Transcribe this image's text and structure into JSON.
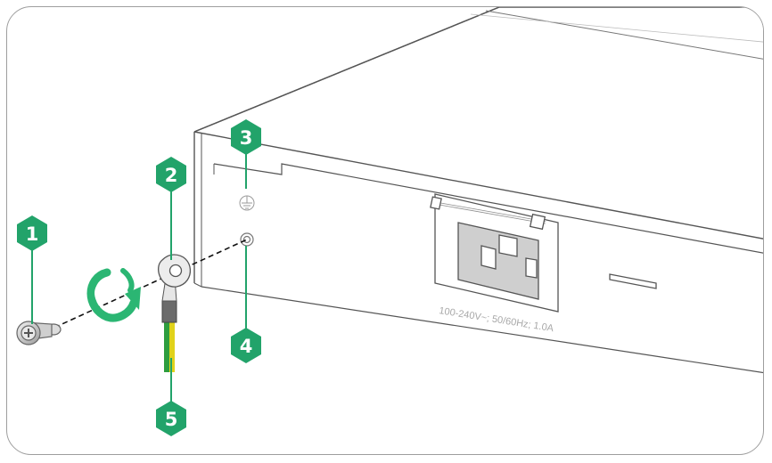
{
  "diagram": {
    "callouts": [
      {
        "id": "1",
        "label": "1"
      },
      {
        "id": "2",
        "label": "2"
      },
      {
        "id": "3",
        "label": "3"
      },
      {
        "id": "4",
        "label": "4"
      },
      {
        "id": "5",
        "label": "5"
      }
    ],
    "power_label": "100-240V~; 50/60Hz; 1.0A",
    "colors": {
      "callout": "#22a36a",
      "callout_line": "#22a36a",
      "chassis_line": "#555555",
      "arrow_green": "#2bb673",
      "wire_yellow": "#e0d21a",
      "wire_green": "#2e9d3e"
    }
  }
}
